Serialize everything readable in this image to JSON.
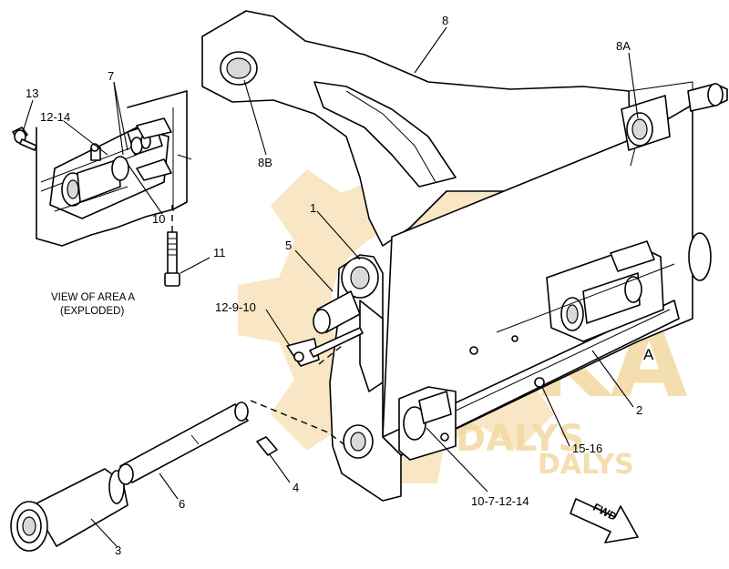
{
  "watermark": {
    "brand": "SEKA",
    "sub1": "DALYS",
    "sub2": "DALYS",
    "color": "#f5deb0"
  },
  "callouts": {
    "c8": "8",
    "c8a": "8A",
    "c8b": "8B",
    "c7": "7",
    "c13": "13",
    "c12_14_top": "12-14",
    "c10": "10",
    "c11": "11",
    "c1": "1",
    "c5": "5",
    "c12_9_10": "12-9-10",
    "c2": "2",
    "c15_16": "15-16",
    "c10_7_12_14": "10-7-12-14",
    "c4": "4",
    "c6": "6",
    "c3": "3"
  },
  "area_label": "A",
  "view_caption": {
    "line1": "VIEW OF AREA A",
    "line2": "(EXPLODED)"
  },
  "fwd_label": "FWD"
}
